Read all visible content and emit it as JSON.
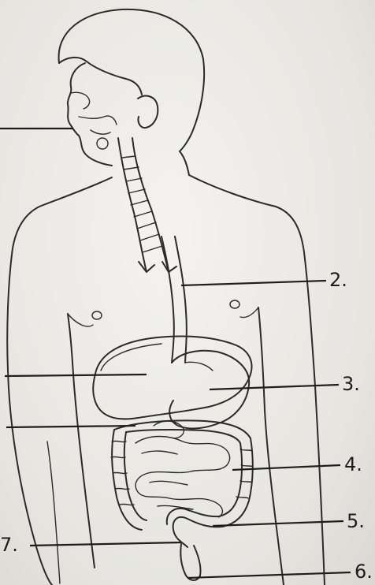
{
  "worksheet": {
    "labels": [
      "2.",
      "3.",
      "4.",
      "5.",
      "6.",
      "7."
    ],
    "label_colors": {
      "ink": "#2a2a2a",
      "paper": "#efeee9"
    }
  }
}
